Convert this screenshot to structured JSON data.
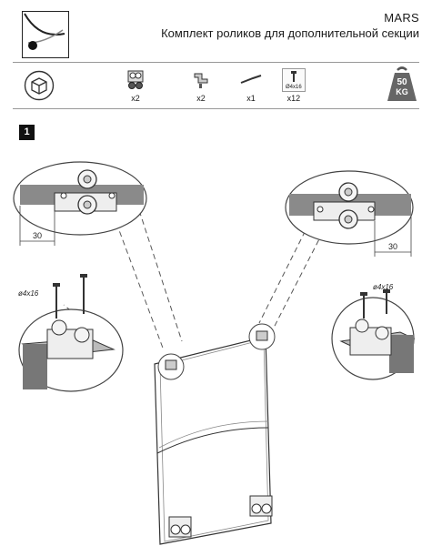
{
  "header": {
    "product": "MARS",
    "subtitle": "Комплект роликов для дополнительной секции"
  },
  "parts": [
    {
      "icon": "roller-carriage-icon",
      "qty": "x2"
    },
    {
      "icon": "bracket-clip-icon",
      "qty": "x2"
    },
    {
      "icon": "hex-key-icon",
      "qty": "x1"
    },
    {
      "icon": "screw-icon",
      "qty": "x12",
      "label": "Ø4x16"
    }
  ],
  "weight_badge": {
    "value": "50",
    "unit": "KG"
  },
  "step": {
    "number": "1"
  },
  "dimensions": {
    "left_offset": "30",
    "right_offset": "30"
  },
  "screw_spec": {
    "left": "ø4x16",
    "right": "ø4x16"
  }
}
